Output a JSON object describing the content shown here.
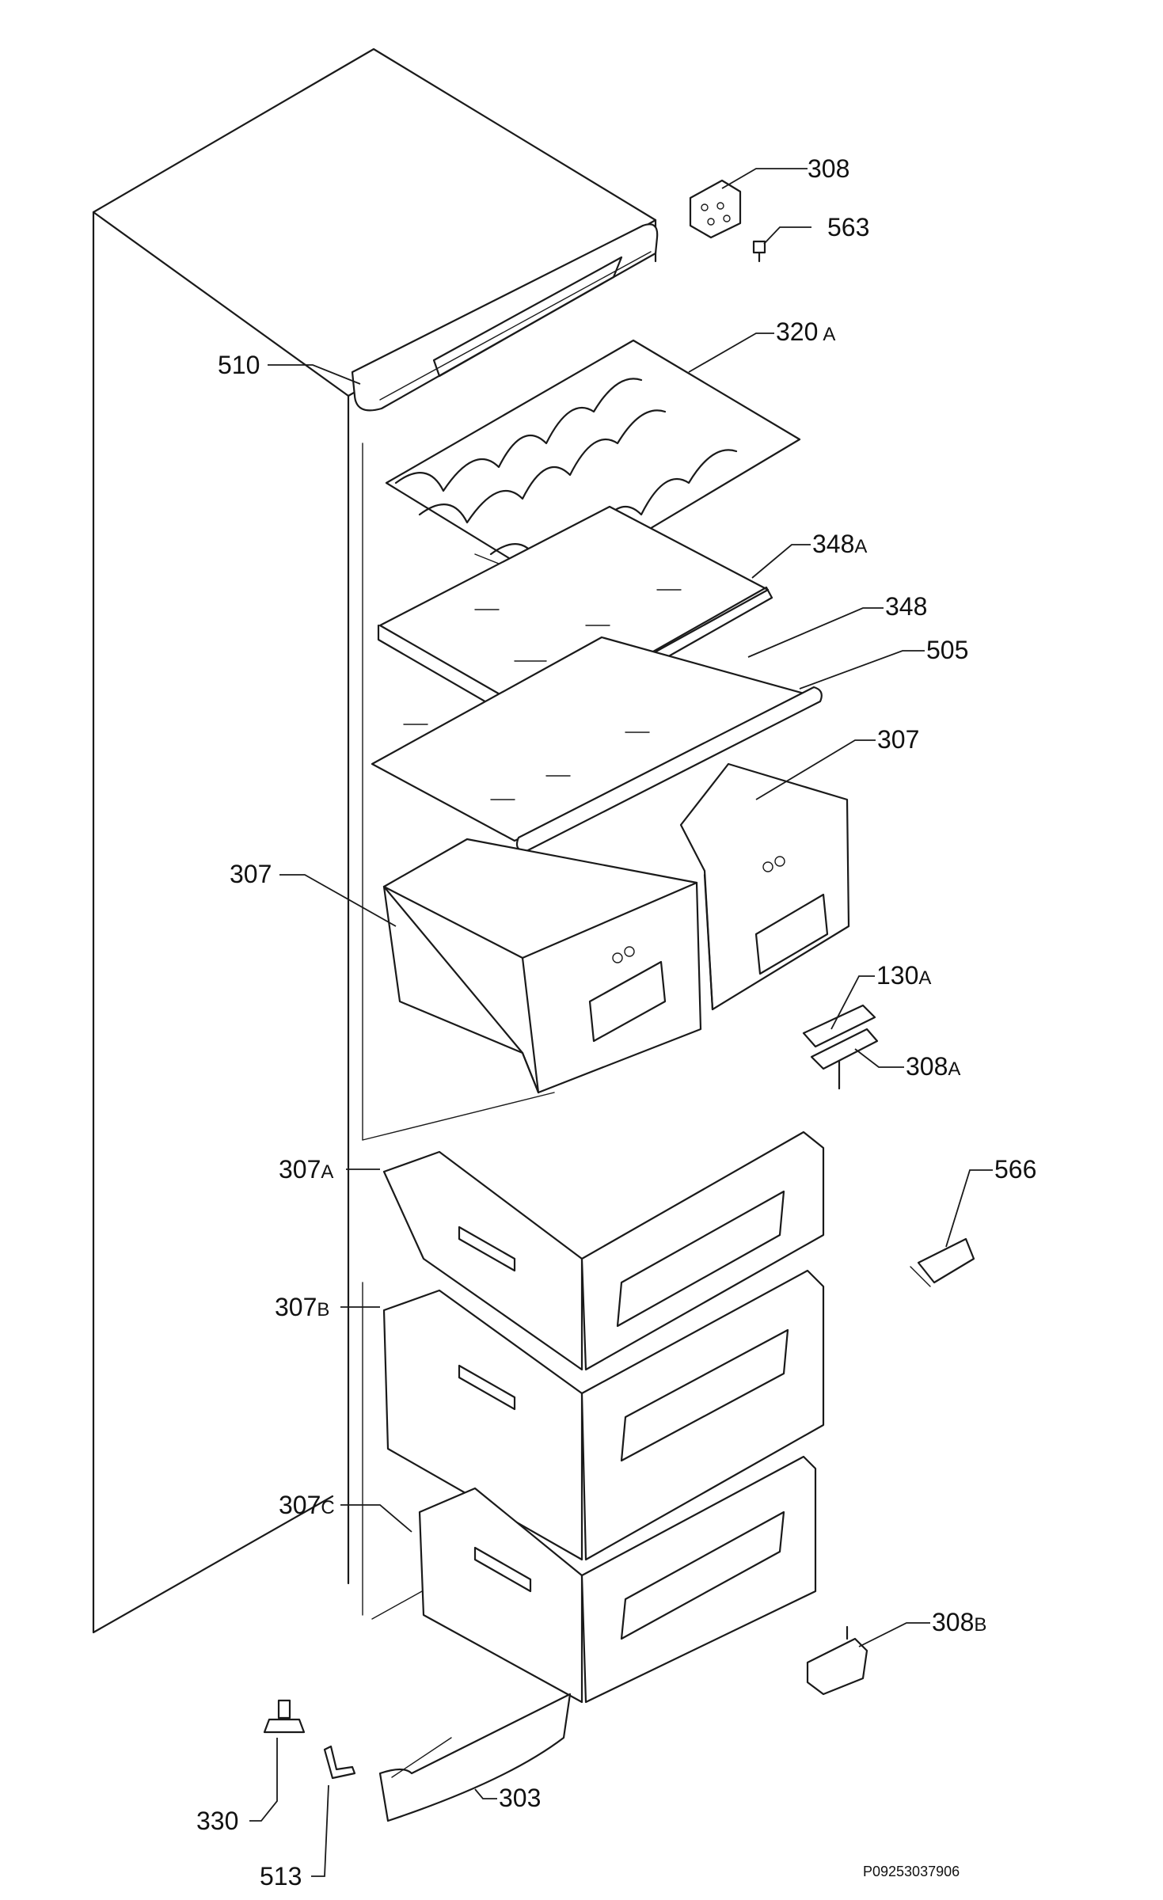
{
  "callouts": [
    {
      "id": "c308",
      "num": "308",
      "suffix": ""
    },
    {
      "id": "c563",
      "num": "563",
      "suffix": ""
    },
    {
      "id": "c510",
      "num": "510",
      "suffix": ""
    },
    {
      "id": "c320a",
      "num": "320",
      "suffix": "A"
    },
    {
      "id": "c348a",
      "num": "348",
      "suffix": "A"
    },
    {
      "id": "c348",
      "num": "348",
      "suffix": ""
    },
    {
      "id": "c505",
      "num": "505",
      "suffix": ""
    },
    {
      "id": "c307r",
      "num": "307",
      "suffix": ""
    },
    {
      "id": "c307l",
      "num": "307",
      "suffix": ""
    },
    {
      "id": "c130a",
      "num": "130",
      "suffix": "A"
    },
    {
      "id": "c308a",
      "num": "308",
      "suffix": "A"
    },
    {
      "id": "c307a",
      "num": "307",
      "suffix": "A"
    },
    {
      "id": "c566",
      "num": "566",
      "suffix": ""
    },
    {
      "id": "c307b",
      "num": "307",
      "suffix": "B"
    },
    {
      "id": "c307c",
      "num": "307",
      "suffix": "C"
    },
    {
      "id": "c308b",
      "num": "308",
      "suffix": "B"
    },
    {
      "id": "c330",
      "num": "330",
      "suffix": ""
    },
    {
      "id": "c303",
      "num": "303",
      "suffix": ""
    },
    {
      "id": "c513",
      "num": "513",
      "suffix": ""
    }
  ],
  "drawing_code": "P09253037906"
}
